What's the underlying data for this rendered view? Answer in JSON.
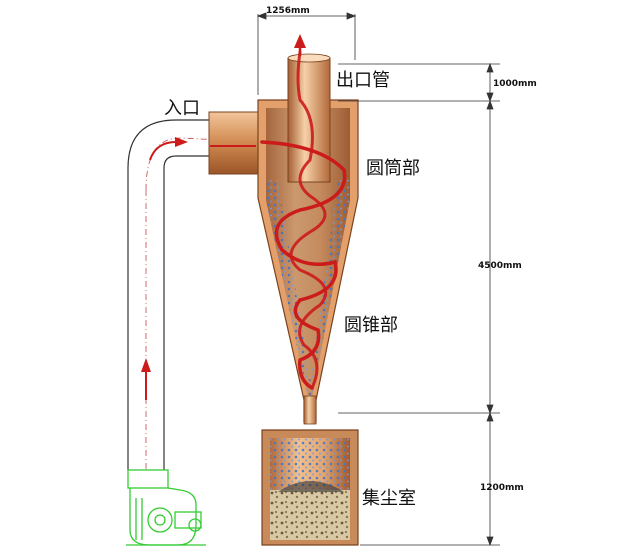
{
  "labels": {
    "inlet": "入口",
    "outlet_pipe": "出口管",
    "cylinder_section": "圆筒部",
    "cone_section": "圆锥部",
    "dust_chamber": "集尘室"
  },
  "dimensions": {
    "top_width": "1256mm",
    "outlet_height": "1000mm",
    "body_height": "4500mm",
    "chamber_height": "1200mm"
  },
  "colors": {
    "shell_fill": "#d9955c",
    "shell_dark": "#a8643a",
    "shell_light": "#f3c9a0",
    "interior": "#b9825f",
    "spiral": "#cc1b1b",
    "dust": "#3f74c9",
    "fan": "#33cc33",
    "pipe": "#444444"
  }
}
